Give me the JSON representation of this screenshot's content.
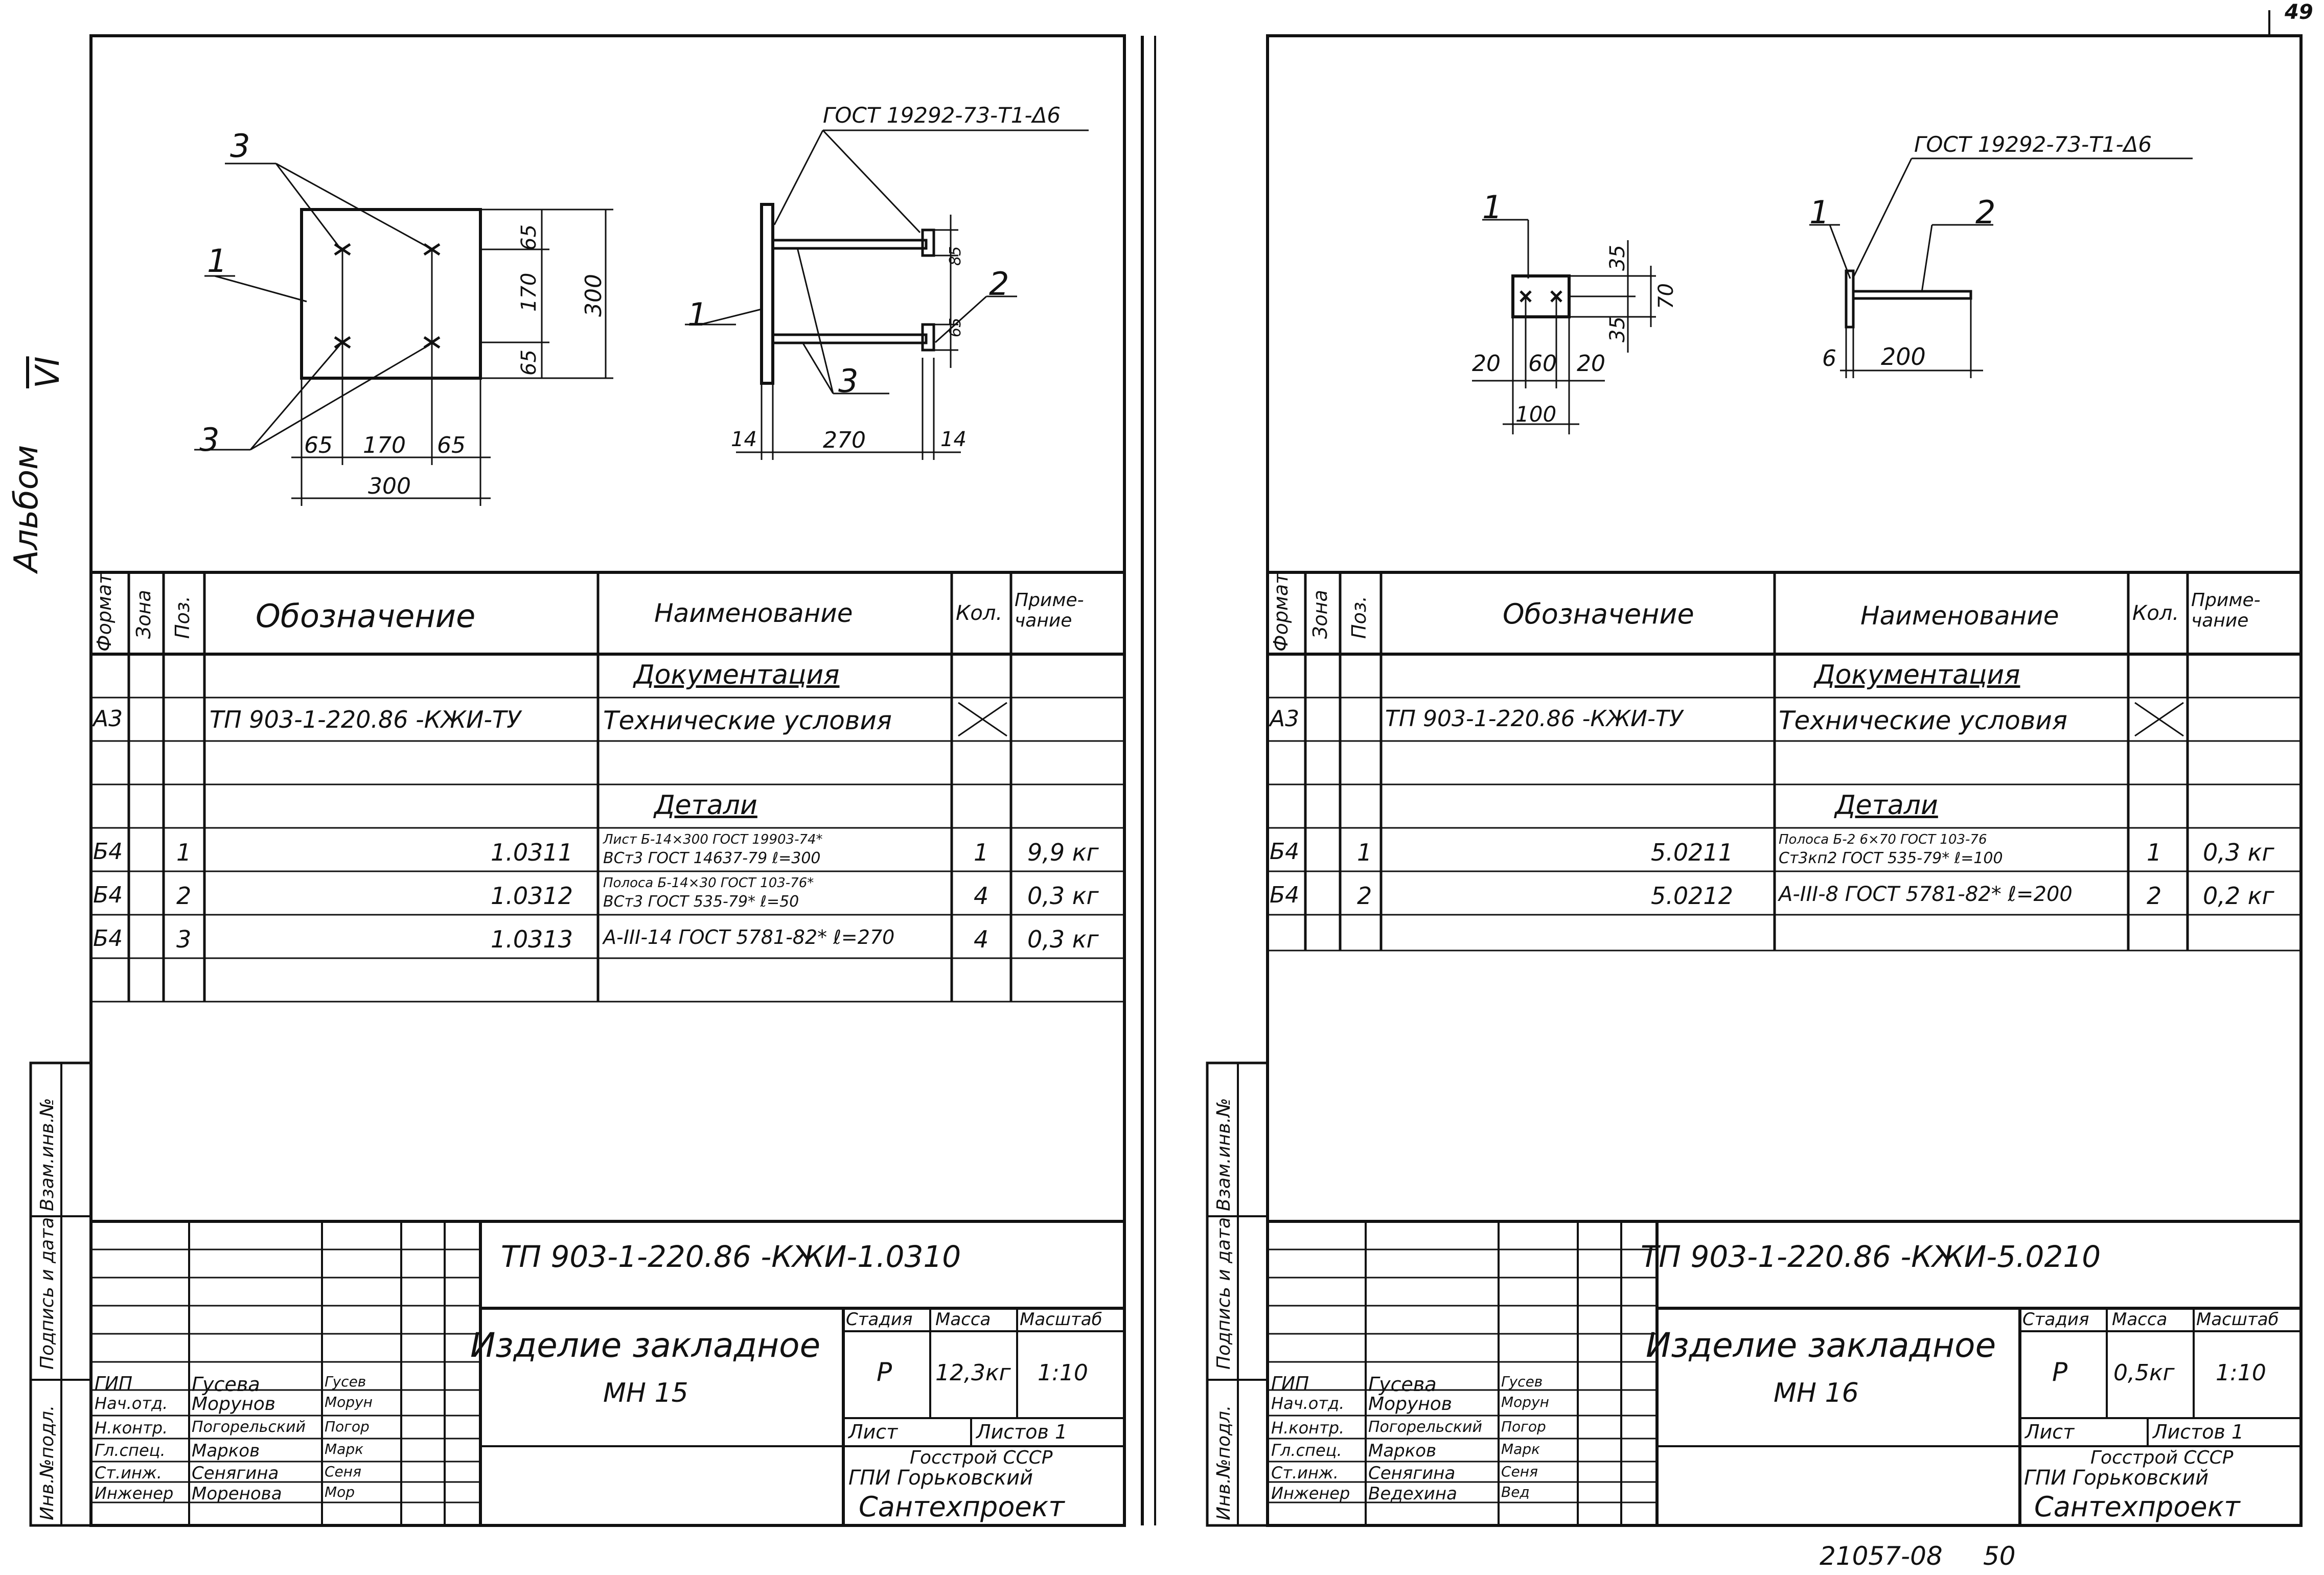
{
  "page": {
    "corner_mark": "49",
    "album": "Альбом",
    "album_no": "VI",
    "footer_code": "21057-08",
    "footer_page": "50"
  },
  "side_stamp": [
    "Инв.№подл.",
    "Подпись и дата",
    "Взам.инв.№"
  ],
  "columns": {
    "format": "Формат",
    "zone": "Зона",
    "pos": "Поз.",
    "designation": "Обозначение",
    "name": "Наименование",
    "qty": "Кол.",
    "note": "Приме-чание"
  },
  "sheets": [
    {
      "id": "mn15",
      "drawing": {
        "weld_note": "ГОСТ 19292-73-Т1-Δ6",
        "callouts": [
          "1",
          "2",
          "3"
        ],
        "dims_plan": [
          "65",
          "170",
          "65",
          "300"
        ],
        "dims_side": [
          "14",
          "270",
          "14",
          "85",
          "65"
        ]
      },
      "section_docs": "Документация",
      "section_parts": "Детали",
      "doc_row": {
        "format": "А3",
        "designation": "ТП 903-1-220.86 -КЖИ-ТУ",
        "name": "Технические условия"
      },
      "rows": [
        {
          "format": "Б4",
          "pos": "1",
          "designation": "1.0311",
          "name_top": "Лист Б-14×300 ГОСТ 19903-74*",
          "name_bottom": "ВСт3 ГОСТ 14637-79 ℓ=300",
          "qty": "1",
          "note": "9,9 кг"
        },
        {
          "format": "Б4",
          "pos": "2",
          "designation": "1.0312",
          "name_top": "Полоса Б-14×30 ГОСТ 103-76*",
          "name_bottom": "ВСт3 ГОСТ 535-79* ℓ=50",
          "qty": "4",
          "note": "0,3 кг"
        },
        {
          "format": "Б4",
          "pos": "3",
          "designation": "1.0313",
          "name_top": "",
          "name_bottom": "А-III-14 ГОСТ 5781-82* ℓ=270",
          "qty": "4",
          "note": "0,3 кг"
        }
      ],
      "title": {
        "code": "ТП 903-1-220.86 -КЖИ-1.0310",
        "product": "Изделие закладное",
        "mark": "МН 15",
        "stage_h": "Стадия",
        "mass_h": "Масса",
        "scale_h": "Масштаб",
        "stage": "Р",
        "mass": "12,3кг",
        "scale": "1:10",
        "sheet_h": "Лист",
        "sheets_h": "Листов 1",
        "org1": "Госстрой СССР",
        "org2": "ГПИ Горьковский",
        "org3": "Сантехпроект",
        "staff": [
          {
            "role": "ГИП",
            "name": "Гусева",
            "sign": "Гусев"
          },
          {
            "role": "Нач.отд.",
            "name": "Морунов",
            "sign": "Морун"
          },
          {
            "role": "Н.контр.",
            "name": "Погорельский",
            "sign": "Погор"
          },
          {
            "role": "Гл.спец.",
            "name": "Марков",
            "sign": "Марк"
          },
          {
            "role": "Ст.инж.",
            "name": "Сенягина",
            "sign": "Сеня"
          },
          {
            "role": "Инженер",
            "name": "Моренова",
            "sign": "Мор"
          }
        ]
      }
    },
    {
      "id": "mn16",
      "drawing": {
        "weld_note": "ГОСТ 19292-73-Т1-Δ6",
        "callouts": [
          "1",
          "1",
          "2"
        ],
        "dims_plan": [
          "20",
          "60",
          "20",
          "100",
          "35",
          "35",
          "70"
        ],
        "dims_side": [
          "6",
          "200"
        ]
      },
      "section_docs": "Документация",
      "section_parts": "Детали",
      "doc_row": {
        "format": "А3",
        "designation": "ТП 903-1-220.86 -КЖИ-ТУ",
        "name": "Технические условия"
      },
      "rows": [
        {
          "format": "Б4",
          "pos": "1",
          "designation": "5.0211",
          "name_top": "Полоса Б-2 6×70 ГОСТ 103-76",
          "name_bottom": "Ст3кп2 ГОСТ 535-79* ℓ=100",
          "qty": "1",
          "note": "0,3 кг"
        },
        {
          "format": "Б4",
          "pos": "2",
          "designation": "5.0212",
          "name_top": "",
          "name_bottom": "А-III-8 ГОСТ 5781-82* ℓ=200",
          "qty": "2",
          "note": "0,2 кг"
        }
      ],
      "title": {
        "code": "ТП 903-1-220.86 -КЖИ-5.0210",
        "product": "Изделие закладное",
        "mark": "МН 16",
        "stage_h": "Стадия",
        "mass_h": "Масса",
        "scale_h": "Масштаб",
        "stage": "Р",
        "mass": "0,5кг",
        "scale": "1:10",
        "sheet_h": "Лист",
        "sheets_h": "Листов 1",
        "org1": "Госстрой СССР",
        "org2": "ГПИ Горьковский",
        "org3": "Сантехпроект",
        "staff": [
          {
            "role": "ГИП",
            "name": "Гусева",
            "sign": "Гусев"
          },
          {
            "role": "Нач.отд.",
            "name": "Морунов",
            "sign": "Морун"
          },
          {
            "role": "Н.контр.",
            "name": "Погорельский",
            "sign": "Погор"
          },
          {
            "role": "Гл.спец.",
            "name": "Марков",
            "sign": "Марк"
          },
          {
            "role": "Ст.инж.",
            "name": "Сенягина",
            "sign": "Сеня"
          },
          {
            "role": "Инженер",
            "name": "Ведехина",
            "sign": "Вед"
          }
        ]
      }
    }
  ]
}
